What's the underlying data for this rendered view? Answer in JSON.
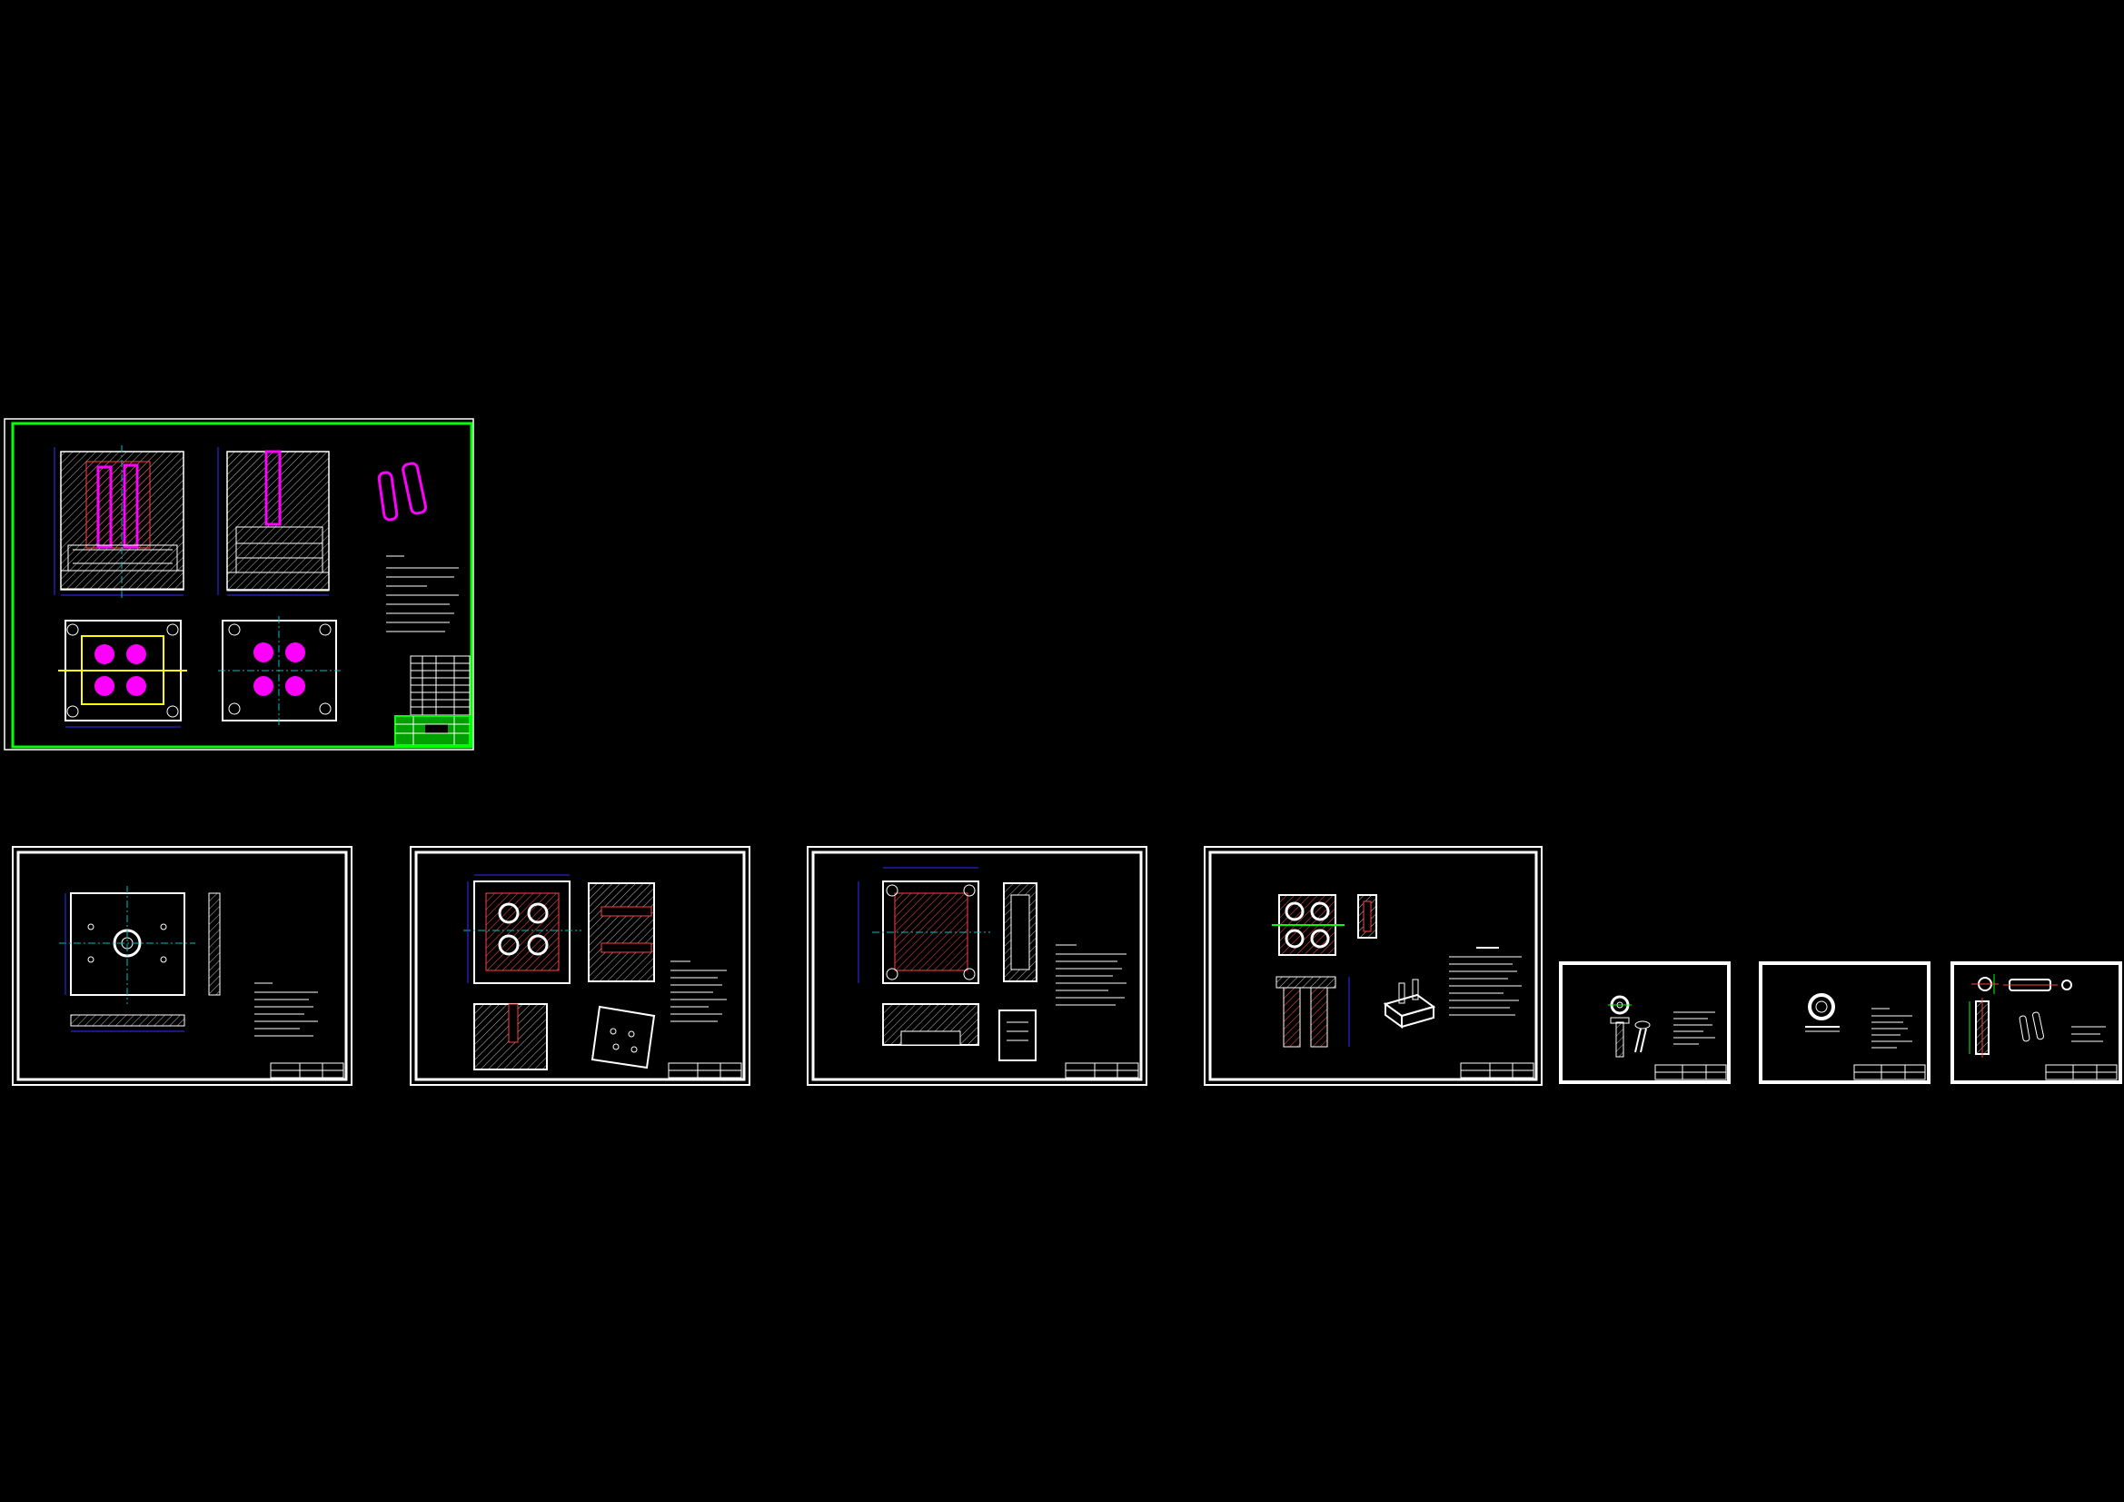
{
  "viewport": {
    "background": "#000000"
  },
  "colors": {
    "frame_white": "#ffffff",
    "frame_green": "#00ff00",
    "part_magenta": "#ff00ff",
    "dimension_blue": "#3030ff",
    "hatch_red": "#ff4040",
    "hatch_white": "#c8c8c8",
    "centerline_cyan": "#00c0c0",
    "note_yellow": "#ffff00"
  },
  "sheets": [
    {
      "id": "assembly",
      "kind": "assembly-drawing",
      "border": "green"
    },
    {
      "id": "plate-1",
      "kind": "part-drawing",
      "border": "white"
    },
    {
      "id": "plate-2",
      "kind": "part-drawing",
      "border": "white"
    },
    {
      "id": "plate-3",
      "kind": "part-drawing",
      "border": "white"
    },
    {
      "id": "core-insert",
      "kind": "part-drawing",
      "border": "white"
    },
    {
      "id": "small-part-1",
      "kind": "part-drawing",
      "border": "white"
    },
    {
      "id": "small-part-2",
      "kind": "part-drawing",
      "border": "white"
    },
    {
      "id": "product",
      "kind": "part-drawing",
      "border": "white"
    }
  ]
}
